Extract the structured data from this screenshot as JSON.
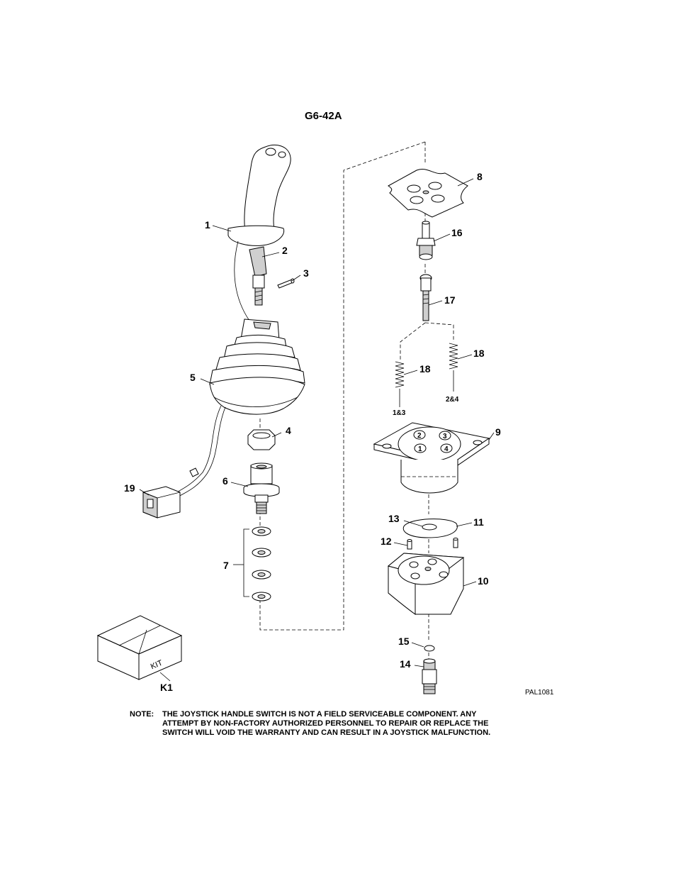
{
  "figure_id": "G6-42A",
  "drawing_code": "PAL1081",
  "kit_box_text": "KIT",
  "labels": {
    "p1": "1",
    "p2": "2",
    "p3": "3",
    "p4": "4",
    "p5": "5",
    "p6": "6",
    "p7": "7",
    "p8": "8",
    "p9": "9",
    "p10": "10",
    "p11": "11",
    "p12": "12",
    "p13": "13",
    "p14": "14",
    "p15": "15",
    "p16": "16",
    "p17": "17",
    "p18a": "18",
    "p18b": "18",
    "p19": "19",
    "k1": "K1",
    "spring_1_3": "1&3",
    "spring_2_4": "2&4",
    "port1": "1",
    "port2": "2",
    "port3": "3",
    "port4": "4"
  },
  "note": {
    "heading": "NOTE:",
    "lines": [
      "THE JOYSTICK HANDLE SWITCH IS NOT A FIELD SERVICEABLE COMPONENT. ANY",
      "ATTEMPT BY NON-FACTORY AUTHORIZED PERSONNEL TO REPAIR OR REPLACE THE",
      "SWITCH WILL VOID THE WARRANTY AND CAN RESULT IN A JOYSTICK MALFUNCTION."
    ]
  }
}
